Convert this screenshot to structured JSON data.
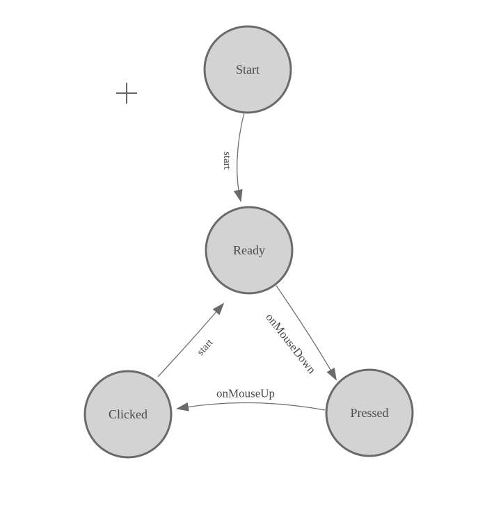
{
  "diagram": {
    "type": "state-diagram",
    "nodes": [
      {
        "id": "start",
        "label": "Start"
      },
      {
        "id": "ready",
        "label": "Ready"
      },
      {
        "id": "clicked",
        "label": "Clicked"
      },
      {
        "id": "pressed",
        "label": "Pressed"
      }
    ],
    "edges": [
      {
        "from": "start",
        "to": "ready",
        "label": "start"
      },
      {
        "from": "clicked",
        "to": "ready",
        "label": "start"
      },
      {
        "from": "ready",
        "to": "pressed",
        "label": "onMouseDown"
      },
      {
        "from": "pressed",
        "to": "clicked",
        "label": "onMouseUp"
      }
    ],
    "colors": {
      "node_fill": "#d3d3d3",
      "node_stroke": "#6a6a6a",
      "edge_stroke": "#6f6f6f",
      "arrow_fill": "#6a6a6a",
      "label_text": "#4b4b4b",
      "cursor": "#666666",
      "background": "#ffffff"
    }
  }
}
